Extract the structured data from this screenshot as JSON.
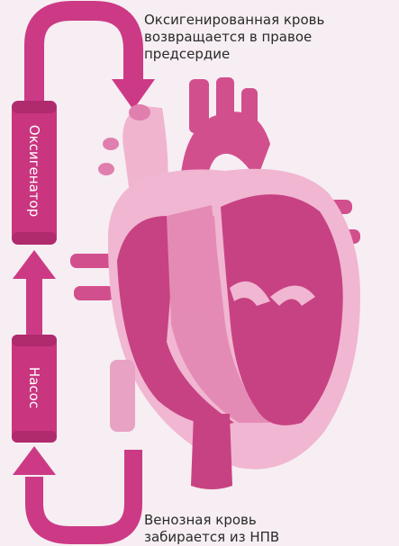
{
  "labels": {
    "top_line1": "Оксигенированная кровь",
    "top_line2": "возвращается в правое предсердие",
    "bottom_line1": "Венозная кровь",
    "bottom_line2": "забирается из НПВ",
    "oxygenator": "Оксигенатор",
    "pump": "Насос"
  },
  "colors": {
    "tube": "#cc3a86",
    "tube_dark": "#a82a6d",
    "heart_light": "#f2b8d2",
    "heart_mid": "#e27aaa",
    "heart_dark": "#c84a8a",
    "background": "#f6eef2"
  }
}
